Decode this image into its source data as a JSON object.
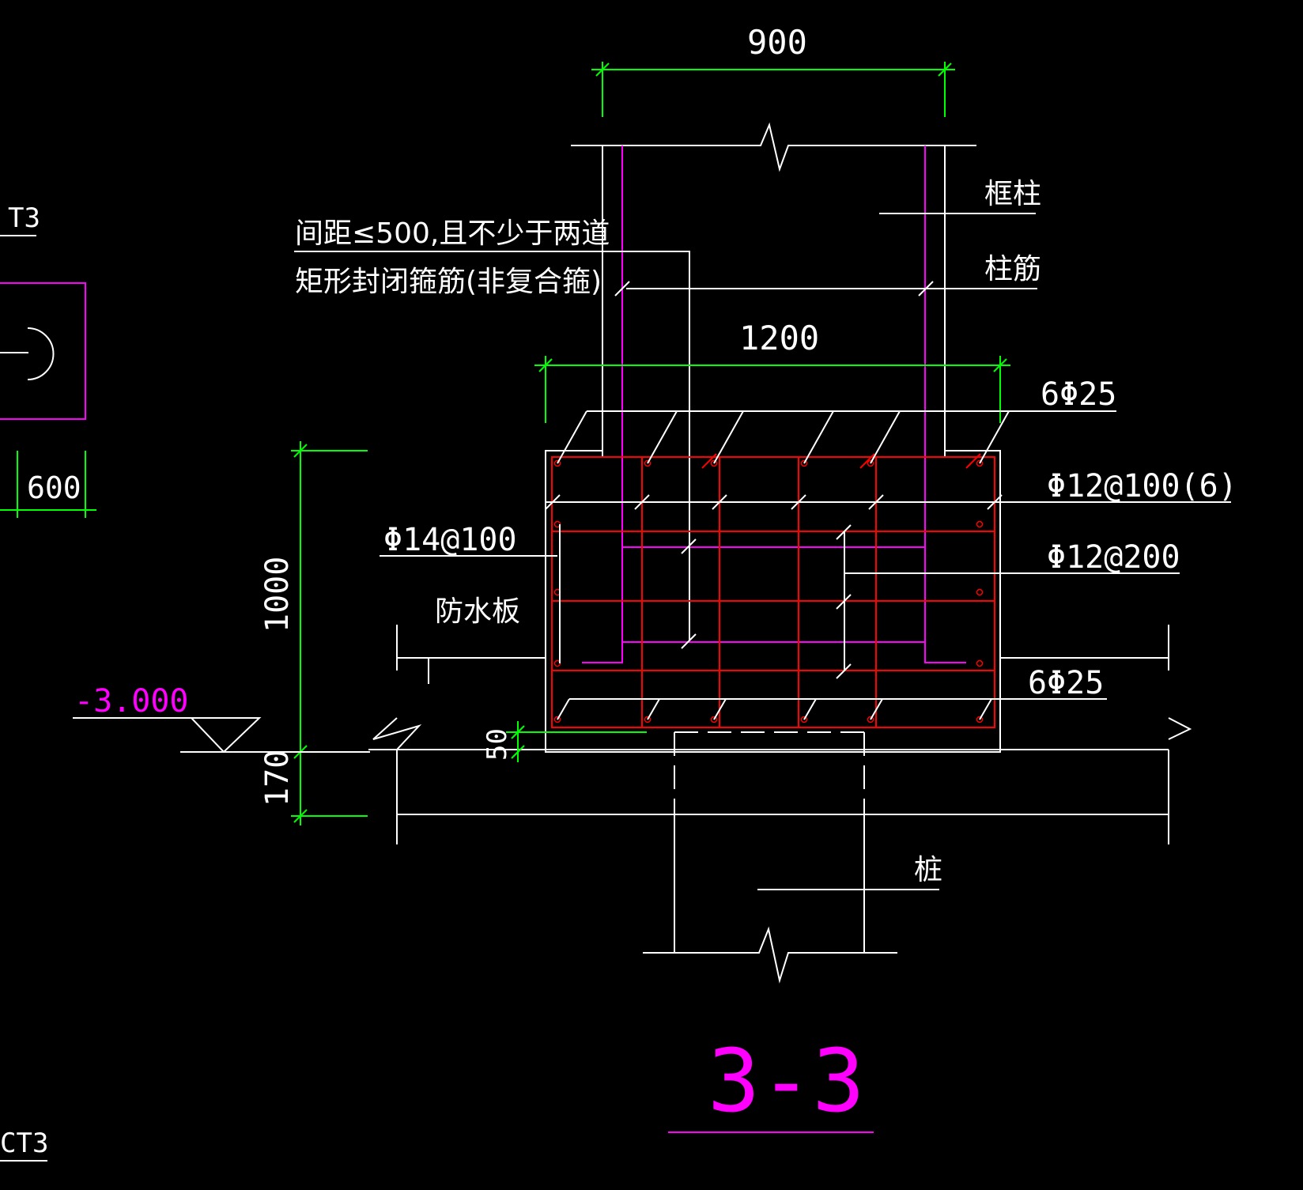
{
  "colors": {
    "background": "#000000",
    "outline": "#ffffff",
    "dimension": "#00ff00",
    "rebar": "#ff0000",
    "column_bar": "#ff00ff",
    "section_mark": "#ff00ff",
    "level": "#ff00ff"
  },
  "labels": {
    "left_tag_top": "T3",
    "left_tag_bottom": "CT3",
    "left_dim": "600",
    "dim_900": "900",
    "dim_1200": "1200",
    "dim_1000": "1000",
    "dim_170": "170",
    "dim_50": "50",
    "level": "-3.000",
    "kz": "框柱",
    "zj": "柱筋",
    "stirrup_note_1": "间距≤500,且不少于两道",
    "stirrup_note_2": "矩形封闭箍筋(非复合箍)",
    "top_bars": "6Φ25",
    "bottom_bars": "6Φ25",
    "stirrup_main": "Φ12@100(6)",
    "side_bars": "Φ14@100",
    "tie_bars": "Φ12@200",
    "waterproof": "防水板",
    "pile": "桩",
    "section": "3-3"
  }
}
